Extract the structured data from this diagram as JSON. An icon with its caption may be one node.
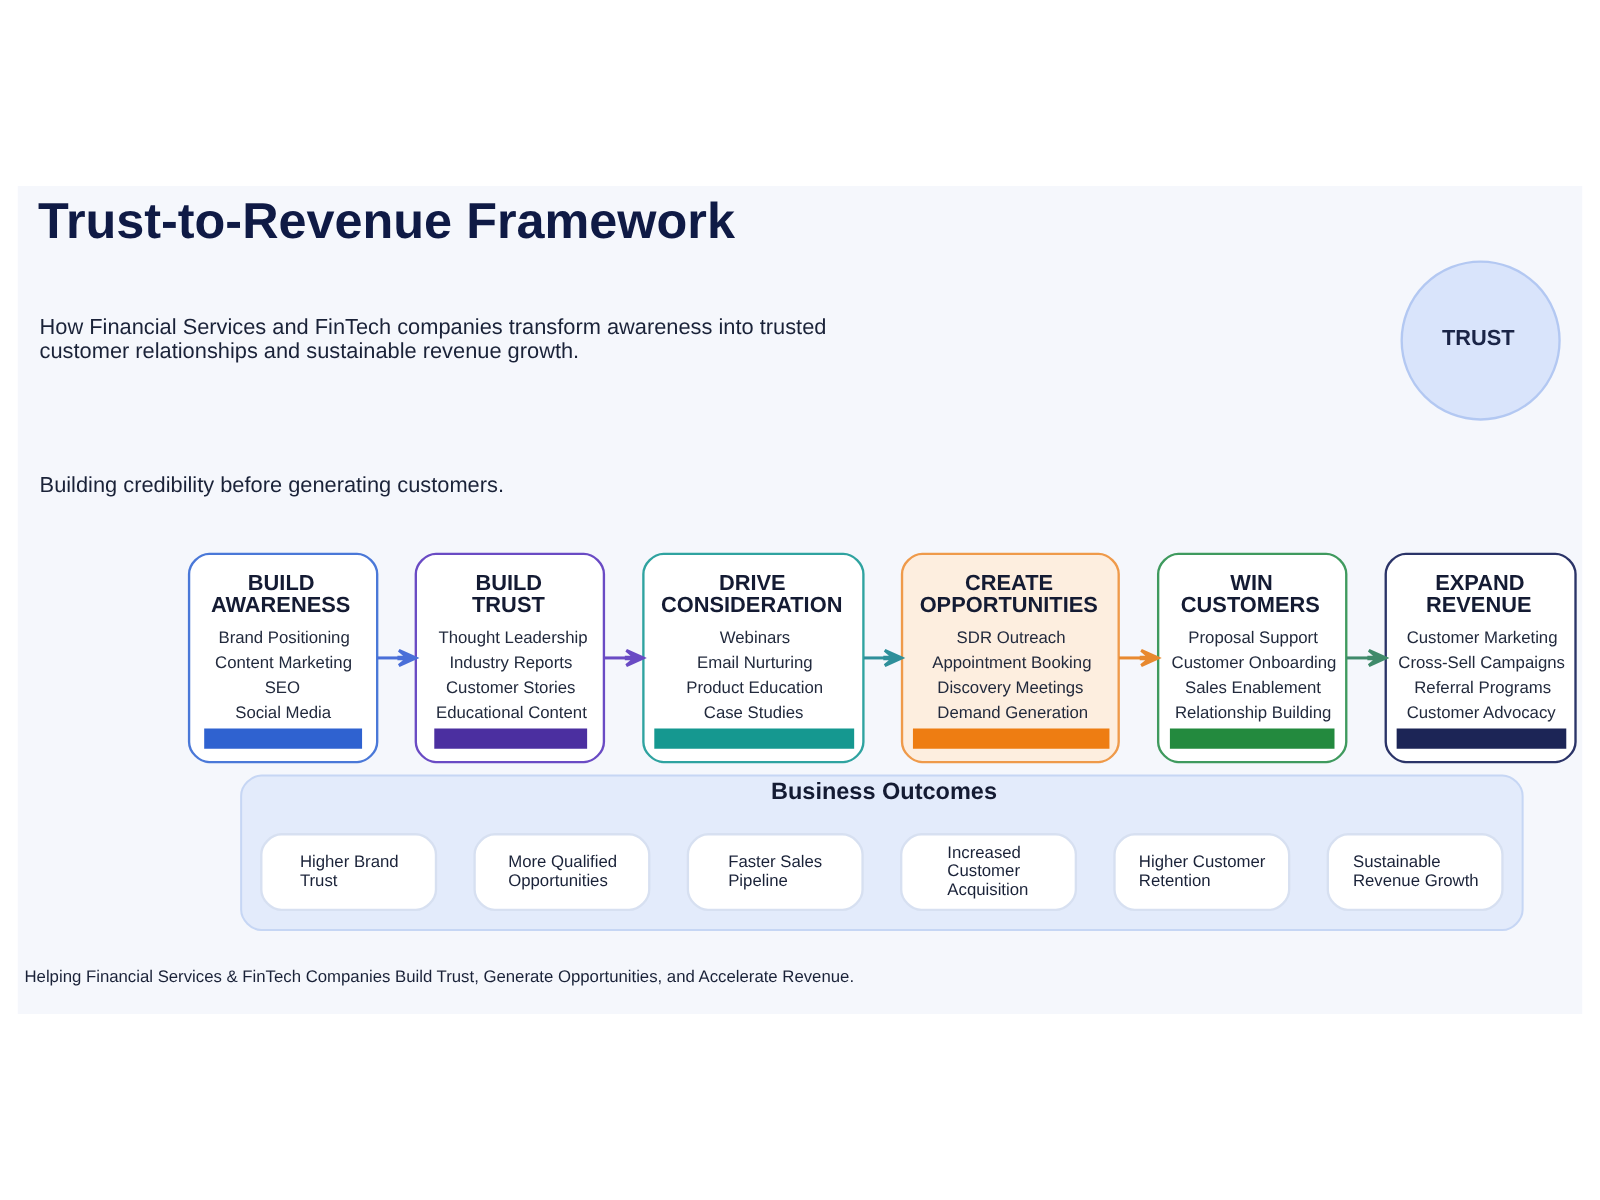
{
  "diagram": {
    "title": "Trust-to-Revenue Framework",
    "nodes": [
      {
        "text": [
          "TRUST"
        ]
      },
      {
        "text": [
          "BUILD AWARENESS",
          "Brand Positioning",
          "Content Marketing",
          "SEO",
          "Social Media"
        ]
      },
      {
        "text": [
          "BUILD TRUST",
          "Thought Leadership",
          "Industry Reports",
          "Customer Stories",
          "Educational Content"
        ]
      },
      {
        "text": [
          "DRIVE CONSIDERATION",
          "Webinars",
          "Email Nurturing",
          "Product Education",
          "Case Studies"
        ]
      },
      {
        "text": [
          "CREATE OPPORTUNITIES",
          "SDR Outreach",
          "Appointment Booking",
          "Discovery Meetings",
          "Demand Generation"
        ]
      },
      {
        "text": [
          "WIN CUSTOMERS",
          "Proposal Support",
          "Customer Onboarding",
          "Sales Enablement",
          "Relationship Building"
        ]
      },
      {
        "text": [
          "EXPAND REVENUE",
          "Customer Marketing",
          "Cross-Sell Campaigns",
          "Referral Programs",
          "Customer Advocacy"
        ]
      },
      {
        "text": [
          "Business Outcomes"
        ]
      },
      {
        "text": [
          "Higher Brand Trust"
        ],
        "in": 7
      },
      {
        "text": [
          "More Qualified Opportunities"
        ],
        "in": 7
      },
      {
        "text": [
          "Faster Sales Pipeline"
        ],
        "in": 7
      },
      {
        "text": [
          "Increased Customer Acquisition"
        ],
        "in": 7
      },
      {
        "text": [
          "Higher Customer Retention"
        ],
        "in": 7
      },
      {
        "text": [
          "Sustainable Revenue Growth"
        ],
        "in": 7
      }
    ],
    "edges": [
      {
        "from": 1,
        "to": 2,
        "arrow": "to",
        "color": "#4a6fd8"
      },
      {
        "from": 2,
        "to": 3,
        "arrow": "to",
        "color": "#6a4bc4"
      },
      {
        "from": 3,
        "to": 4,
        "arrow": "to",
        "color": "#2e8f9a"
      },
      {
        "from": 4,
        "to": 5,
        "arrow": "to",
        "color": "#e8892f"
      },
      {
        "from": 5,
        "to": 6,
        "arrow": "to",
        "color": "#3f8a6a"
      }
    ],
    "labels": [
      "How Financial Services and FinTech companies transform awareness into trusted customer relationships and sustainable revenue growth.",
      "Building credibility before generating customers.",
      "Helping Financial Services & FinTech Companies Build Trust, Generate Opportunities, and Accelerate Revenue."
    ]
  }
}
